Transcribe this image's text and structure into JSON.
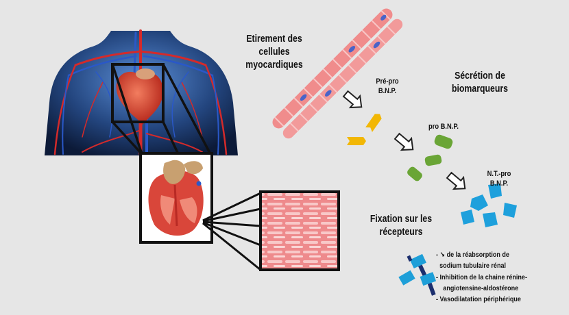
{
  "labels": {
    "stretch_line1": "Etirement des",
    "stretch_line2": "cellules",
    "stretch_line3": "myocardiques",
    "secretion_line1": "Sécrétion de",
    "secretion_line2": "biomarqueurs",
    "prepro_line1": "Pré-pro",
    "prepro_line2": "B.N.P.",
    "pro": "pro B.N.P.",
    "ntpro_line1": "N.T.-pro",
    "ntpro_line2": "B.N.P.",
    "fixation_line1": "Fixation sur les",
    "fixation_line2": "récepteurs"
  },
  "effects": [
    "- ↘ de la réabsorption  de",
    "  sodium tubulaire rénal",
    "-   Inhibition de la chaine rénine-",
    "    angiotensine-aldostérone",
    "-   Vasodilatation périphérique"
  ],
  "colors": {
    "background": "#e6e6e6",
    "prepro_fragment": "#f2b705",
    "pro_fragment": "#6aa536",
    "ntpro_fragment": "#1ea0dc",
    "receptor_blue": "#1e9fd8",
    "receptor_dark": "#1c2f6e",
    "fiber": "#f08c8c"
  }
}
